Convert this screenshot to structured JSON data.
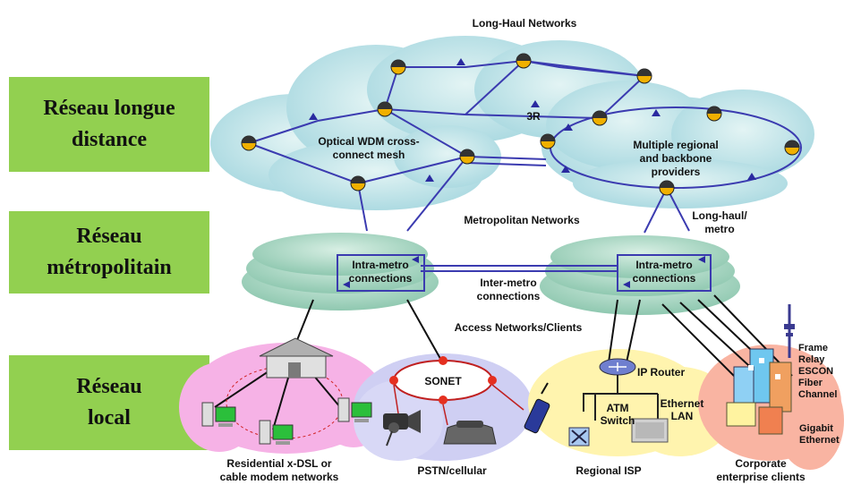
{
  "side_labels": {
    "long_distance": [
      "Réseau longue",
      "distance"
    ],
    "metropolitan": [
      "Réseau",
      "métropolitain"
    ],
    "local": [
      "Réseau",
      "local"
    ]
  },
  "diagram": {
    "long_haul_title": "Long-Haul Networks",
    "optical_mesh": [
      "Optical WDM cross-",
      "connect mesh"
    ],
    "regenerator": "3R",
    "regional_providers": [
      "Multiple regional",
      "and backbone",
      "providers"
    ],
    "metro_title": "Metropolitan Networks",
    "long_haul_metro": [
      "Long-haul/",
      "metro"
    ],
    "intra_metro_left": [
      "Intra-metro",
      "connections"
    ],
    "intra_metro_right": [
      "Intra-metro",
      "connections"
    ],
    "inter_metro": [
      "Inter-metro",
      "connections"
    ],
    "access_title": "Access Networks/Clients",
    "sonet": "SONET",
    "ip_router": "IP Router",
    "atm_switch": [
      "ATM",
      "Switch"
    ],
    "ethernet_lan": [
      "Ethernet",
      "LAN"
    ],
    "enterprise_techs": [
      "Frame",
      "Relay",
      "ESCON",
      "Fiber",
      "Channel"
    ],
    "gigabit": [
      "Gigabit",
      "Ethernet"
    ],
    "residential": [
      "Residential x-DSL or",
      "cable modem networks"
    ],
    "pstn": "PSTN/cellular",
    "regional_isp": "Regional ISP",
    "corporate": [
      "Corporate",
      "enterprise clients"
    ]
  },
  "colors": {
    "label_box": "#92d050",
    "link": "#3b3bb0",
    "cloud_long_haul": "#bfe3e8",
    "cloud_metro": "#a9d6c4",
    "cloud_residential": "#f4a6e0",
    "cloud_pstn": "#c8c8f0",
    "cloud_isp": "#fff2a6",
    "cloud_corporate": "#f8b0a0",
    "node": "#e8a000"
  }
}
